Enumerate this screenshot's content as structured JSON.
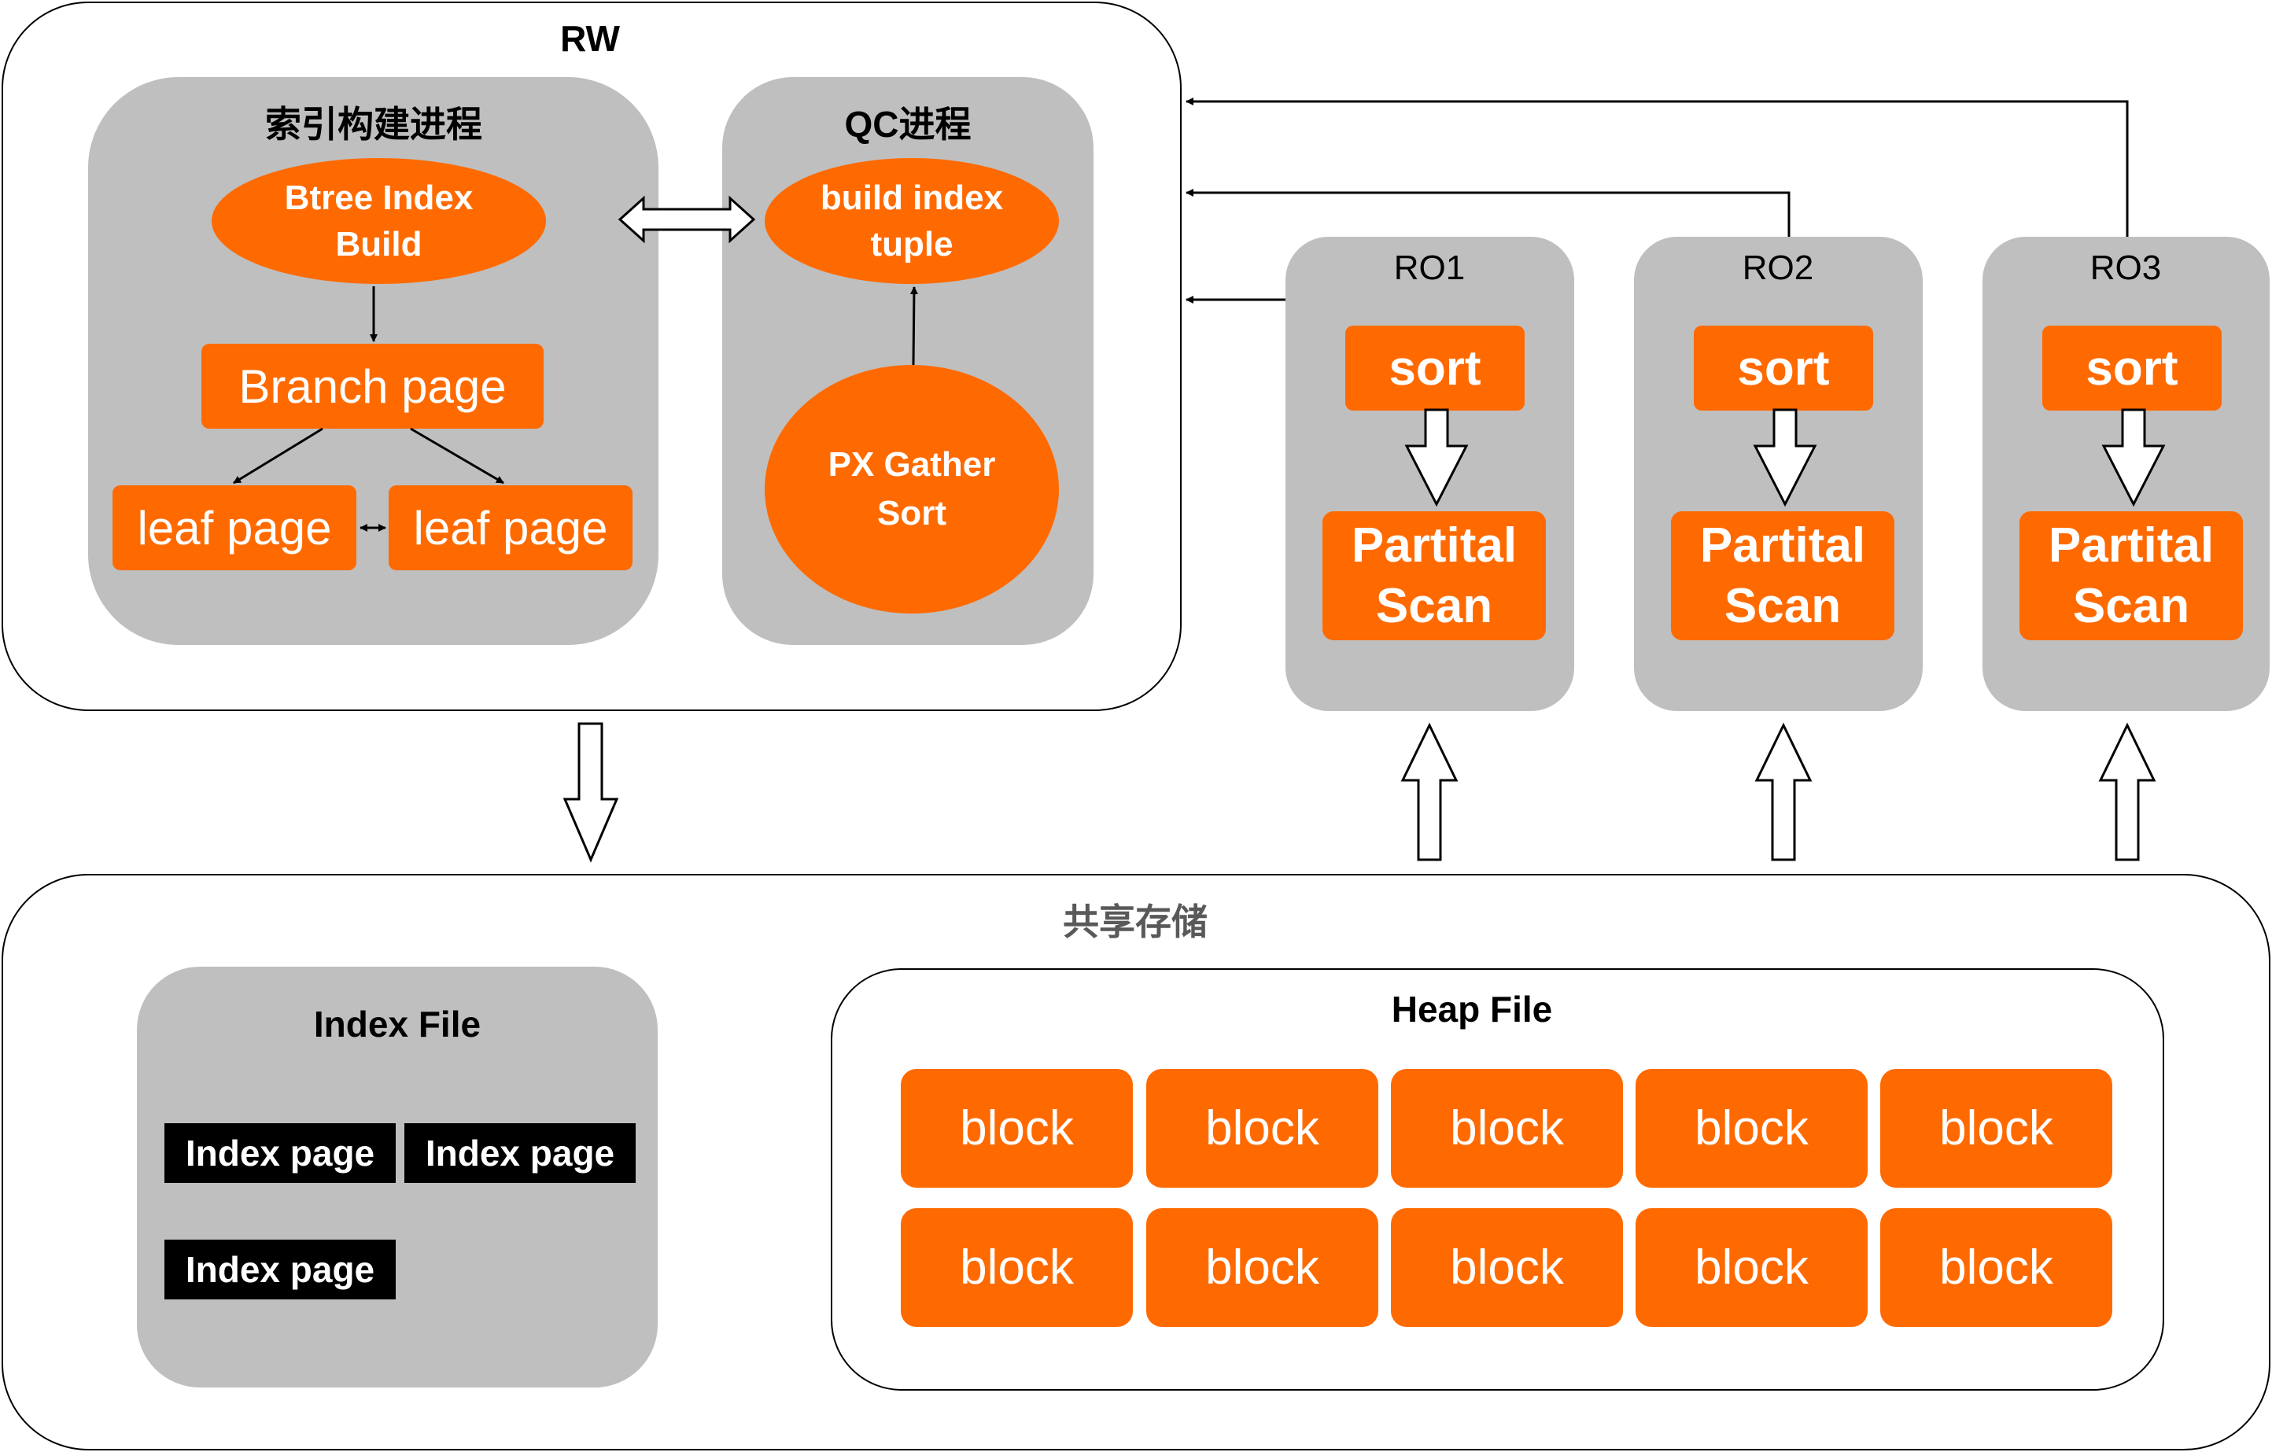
{
  "rw": {
    "title": "RW",
    "index_build": {
      "title": "索引构建进程",
      "btree": "Btree Index Build",
      "branch": "Branch page",
      "leaf_left": "leaf page",
      "leaf_right": "leaf page"
    },
    "qc": {
      "title": "QC进程",
      "build_tuple": "build index tuple",
      "gather_sort": "PX Gather Sort"
    }
  },
  "ro_nodes": [
    {
      "title": "RO1",
      "sort": "sort",
      "scan": "Partital Scan"
    },
    {
      "title": "RO2",
      "sort": "sort",
      "scan": "Partital Scan"
    },
    {
      "title": "RO3",
      "sort": "sort",
      "scan": "Partital Scan"
    }
  ],
  "storage": {
    "title": "共享存储",
    "index_file": {
      "title": "Index File",
      "pages": [
        "Index page",
        "Index page",
        "Index page"
      ]
    },
    "heap_file": {
      "title": "Heap File",
      "blocks": [
        "block",
        "block",
        "block",
        "block",
        "block",
        "block",
        "block",
        "block",
        "block",
        "block"
      ]
    }
  },
  "colors": {
    "accent": "#ff6a00",
    "panel": "#bfbfbf",
    "line": "#000000",
    "storage_title": "#595959"
  }
}
